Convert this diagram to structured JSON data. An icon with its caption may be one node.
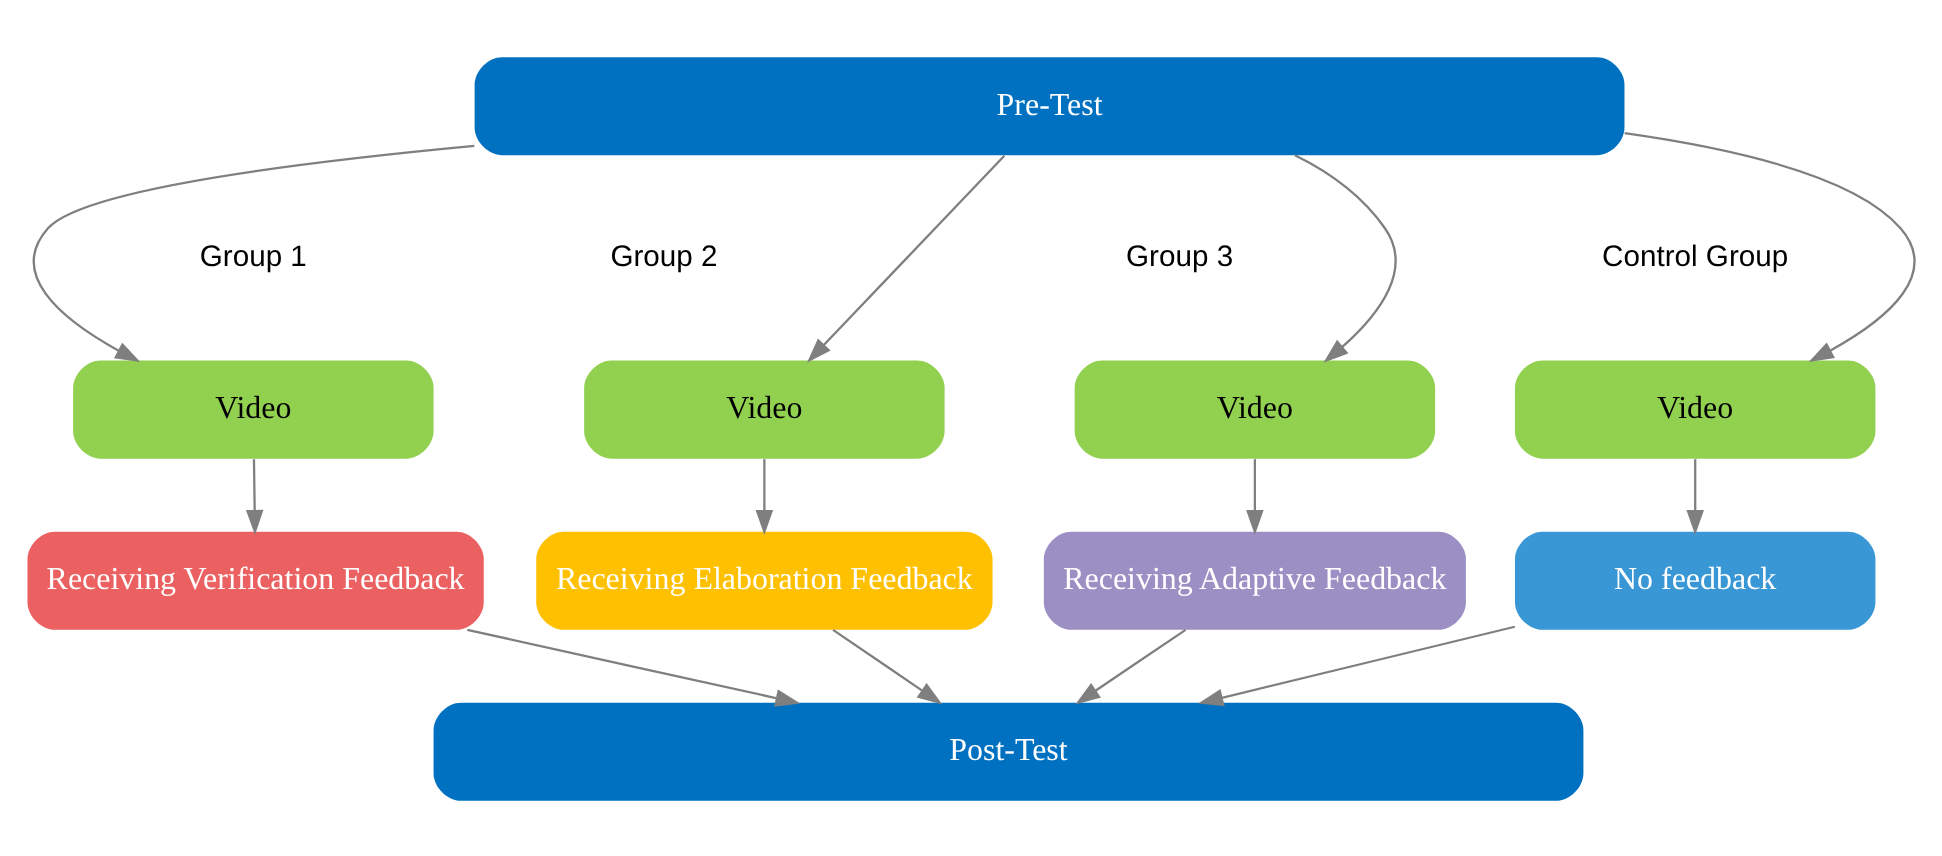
{
  "diagram": {
    "nodes": [
      {
        "text": [
          "Pre-Test"
        ]
      },
      {
        "text": [
          "Video"
        ]
      },
      {
        "text": [
          "Video"
        ]
      },
      {
        "text": [
          "Video"
        ]
      },
      {
        "text": [
          "Video"
        ]
      },
      {
        "text": [
          "Receiving Verification Feedback"
        ]
      },
      {
        "text": [
          "Receiving Elaboration Feedback"
        ]
      },
      {
        "text": [
          "Receiving Adaptive Feedback"
        ]
      },
      {
        "text": [
          "No feedback"
        ]
      },
      {
        "text": [
          "Post-Test"
        ]
      }
    ],
    "edges": [
      {
        "from": 0,
        "to": 1,
        "arrow": "to"
      },
      {
        "from": 0,
        "to": 2,
        "arrow": "to"
      },
      {
        "from": 0,
        "to": 3,
        "arrow": "to"
      },
      {
        "from": 0,
        "to": 4,
        "arrow": "to"
      },
      {
        "from": 1,
        "to": 5,
        "arrow": "to"
      },
      {
        "from": 2,
        "to": 6,
        "arrow": "to"
      },
      {
        "from": 3,
        "to": 7,
        "arrow": "to"
      },
      {
        "from": 4,
        "to": 8,
        "arrow": "to"
      },
      {
        "from": 5,
        "to": 9,
        "arrow": "to"
      },
      {
        "from": 6,
        "to": 9,
        "arrow": "to"
      },
      {
        "from": 7,
        "to": 9,
        "arrow": "to"
      },
      {
        "from": 8,
        "to": 9,
        "arrow": "to"
      }
    ],
    "labels": [
      "Group 1",
      "Group 2",
      "Group 3",
      "Control Group"
    ]
  }
}
